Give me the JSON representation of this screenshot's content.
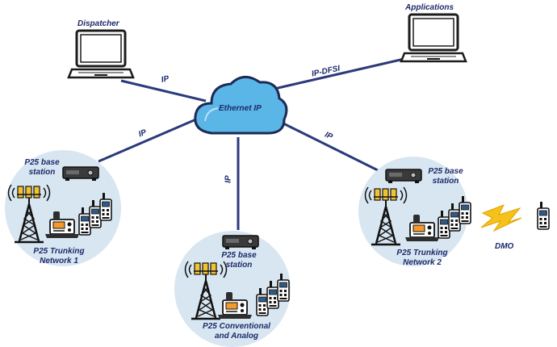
{
  "nodes": {
    "dispatcher": "Dispatcher",
    "applications": "Applications",
    "cloud": "Ethernet IP",
    "site1": {
      "base_station": [
        "P25 base",
        "station"
      ],
      "network": [
        "P25 Trunking",
        "Network 1"
      ]
    },
    "site2": {
      "base_station": [
        "P25 base",
        "station"
      ],
      "network": [
        "P25 Trunking",
        "Network 2"
      ]
    },
    "site3": {
      "base_station": [
        "P25 base",
        "station"
      ],
      "network": [
        "P25 Conventional",
        "and Analog"
      ]
    },
    "dmo": "DMO"
  },
  "links": {
    "dispatcher": "IP",
    "applications": "IP-DFSI",
    "site1": "IP",
    "site2": "IP",
    "site3": "IP"
  },
  "colors": {
    "link": "#2b3a7a",
    "site_circle": "#d8e6f1",
    "cloud_fill": "#5bb6e8",
    "cloud_stroke": "#1c2a55",
    "label": "#1d2a6b",
    "lightning": "#f5c21b"
  },
  "icons": [
    "laptop-icon",
    "cloud-icon",
    "base-station-icon",
    "radio-tower-icon",
    "mobile-radio-icon",
    "handheld-radio-icon",
    "lightning-icon"
  ]
}
